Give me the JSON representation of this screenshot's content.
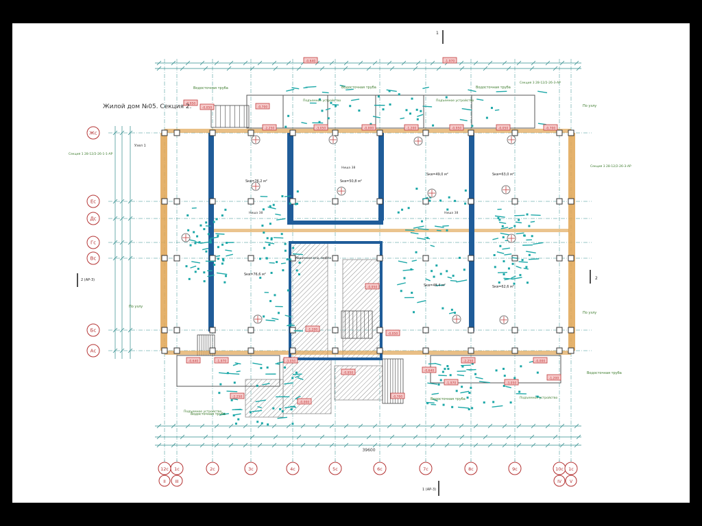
{
  "title": "Жилой дом №05. Секция 2.",
  "colors": {
    "background": "#000000",
    "sheet": "#ffffff",
    "grid": "#2e8b8b",
    "wall": "#1f5c99",
    "facade": "#e0a452",
    "fixture": "#1aa7a7",
    "level_tag": "#c23b3b",
    "level_fill": "#f6caca",
    "axis_bubble": "#b33030",
    "stair_hatch": "#8a8a8a",
    "callout": "#3a7a2a"
  },
  "axes_left": [
    "Жс",
    "Ес",
    "Дс",
    "Гс",
    "Вс",
    "Бс",
    "Ас"
  ],
  "axes_bottom": [
    "12с",
    "1с",
    "2с",
    "3с",
    "4с",
    "5с",
    "6с",
    "7с",
    "8с",
    "9с",
    "10с",
    "1с"
  ],
  "axes_bottom_secondary": [
    "II",
    "III",
    "IV",
    "V"
  ],
  "section_marks": {
    "top": "1",
    "bottom": "1 (АР-3)",
    "left": "2 (АР-3)",
    "right": "2"
  },
  "overall_dimension": "39600",
  "callouts": {
    "drain_pipe": "Водосточная труба",
    "support": "Подъемное устройство",
    "per_node": "По узлу",
    "node_1": "Узел 1",
    "niche": "Ниша 38",
    "section_left": "Секция 1 28-12/2-26-1-1-АР",
    "section_right": "Секция 3 28-12/2-26-3-АР",
    "elevator_note": "Машинное отд. лифта"
  },
  "levels": [
    "-0,950",
    "-0,050",
    "-0,700",
    "-0,640",
    "-1,970",
    "-2,250",
    "-3,050",
    "-0,000",
    "-1,200"
  ],
  "room_areas": [
    "Sкв=76,2 м²",
    "Sкв=50,8 м²",
    "Sкв=49,0 м²",
    "Sкв=63,0 м²",
    "Sкв=76,6 м²",
    "Sкв=48,4 м²",
    "Sкв=62,6 м²"
  ]
}
